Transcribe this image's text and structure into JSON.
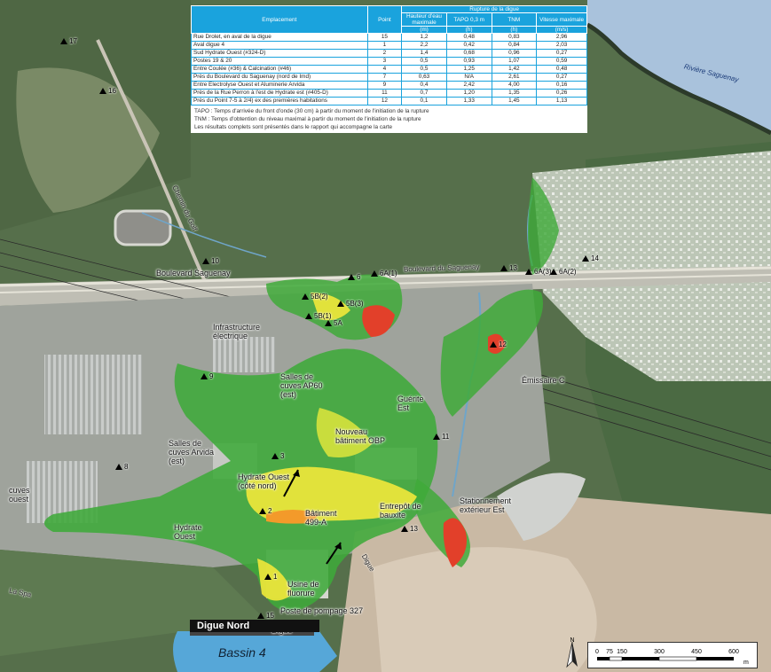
{
  "table": {
    "group_header": "Rupture de la digue",
    "headers": [
      "Emplacement",
      "Point",
      "Hauteur d'eau maximale",
      "TAPO 0,3 m",
      "TNM",
      "Vitesse maximale"
    ],
    "units": [
      "",
      "",
      "(m)",
      "(h)",
      "(h)",
      "(m/s)"
    ],
    "rows": [
      [
        "Rue Drolet, en aval de la digue",
        "15",
        "1,2",
        "0,48",
        "0,83",
        "2,96"
      ],
      [
        "Aval digue 4",
        "1",
        "2,2",
        "0,42",
        "0,84",
        "2,03"
      ],
      [
        "Sud Hydrate Ouest (#324-D)",
        "2",
        "1,4",
        "0,68",
        "0,96",
        "0,27"
      ],
      [
        "Postes 19 & 20",
        "3",
        "0,5",
        "0,93",
        "1,07",
        "0,59"
      ],
      [
        "Entre Coulée (#36) & Calcination (#46)",
        "4",
        "0,5",
        "1,25",
        "1,42",
        "0,48"
      ],
      [
        "Près du Boulevard du Saguenay (nord de Imd)",
        "7",
        "0,63",
        "N/A",
        "2,61",
        "0,27"
      ],
      [
        "Entre Electrolyse Ouest et Aluminerie Arvida",
        "9",
        "0,4",
        "2,42",
        "4,00",
        "0,16"
      ],
      [
        "Près de la Rue Perron à l'est de Hydrate est (#405-D)",
        "11",
        "0,7",
        "1,20",
        "1,35",
        "0,26"
      ],
      [
        "Près du Point 7-5 à 2/4) ex des premières habitations",
        "12",
        "0,1",
        "1,33",
        "1,45",
        "1,13"
      ]
    ],
    "notes": [
      "TAPO : Temps d'arrivée du front d'onde (30 cm) à partir du moment de l'initiation de la rupture",
      "TNM : Temps d'obtention du niveau maximal à partir du moment de l'initiation de la rupture",
      "Les résultats complets sont présentés dans le rapport qui accompagne la carte"
    ]
  },
  "labels": {
    "riviere": "Rivière Saguenay",
    "boulevard": "Boulevard du Saguenay",
    "boulevard_left": "Boulevard Saguenay",
    "chemin": "Chemin du Golf",
    "infrastructure": "Infrastructure électrique",
    "salles_ap60": "Salles de cuves AP60 (est)",
    "salles_arvida": "Salles de cuves Arvida (est)",
    "nouveau_batiment": "Nouveau bâtiment OBP",
    "guerite": "Guérite Est",
    "emissaire": "Émissaire C",
    "hydrate_ouest_nord": "Hydrate Ouest (côté nord)",
    "hydrate_ouest": "Hydrate Ouest",
    "batiment": "Bâtiment 499-A",
    "entrepot": "Entrepôt de bauxite",
    "stationnement": "Stationnement extérieur Est",
    "usine": "Usine de fluorure",
    "poste": "Poste de pompage 327",
    "digue": "Digue",
    "digue_nord": "Digue Nord",
    "bassin": "Bassin 4",
    "cuves": "cuves ouest",
    "la_spa": "La Spa",
    "digue_road": "Digue"
  },
  "points": [
    "17",
    "16",
    "10",
    "6A(1)",
    "6",
    "5B(2)",
    "5B(3)",
    "5B(1)",
    "5A",
    "13",
    "6A(3)",
    "6A(2)",
    "14",
    "12",
    "9",
    "8",
    "11",
    "3",
    "2",
    "1",
    "15",
    "13"
  ],
  "scale": {
    "ticks": [
      "0",
      "75",
      "150",
      "300",
      "450",
      "600"
    ],
    "unit": "m"
  },
  "north": "N",
  "colors": {
    "flood_green": "#3faa3a",
    "flood_yellow": "#f2e83a",
    "flood_orange": "#f39a2a",
    "flood_red": "#e2402a",
    "table_header": "#1aa3dd"
  }
}
